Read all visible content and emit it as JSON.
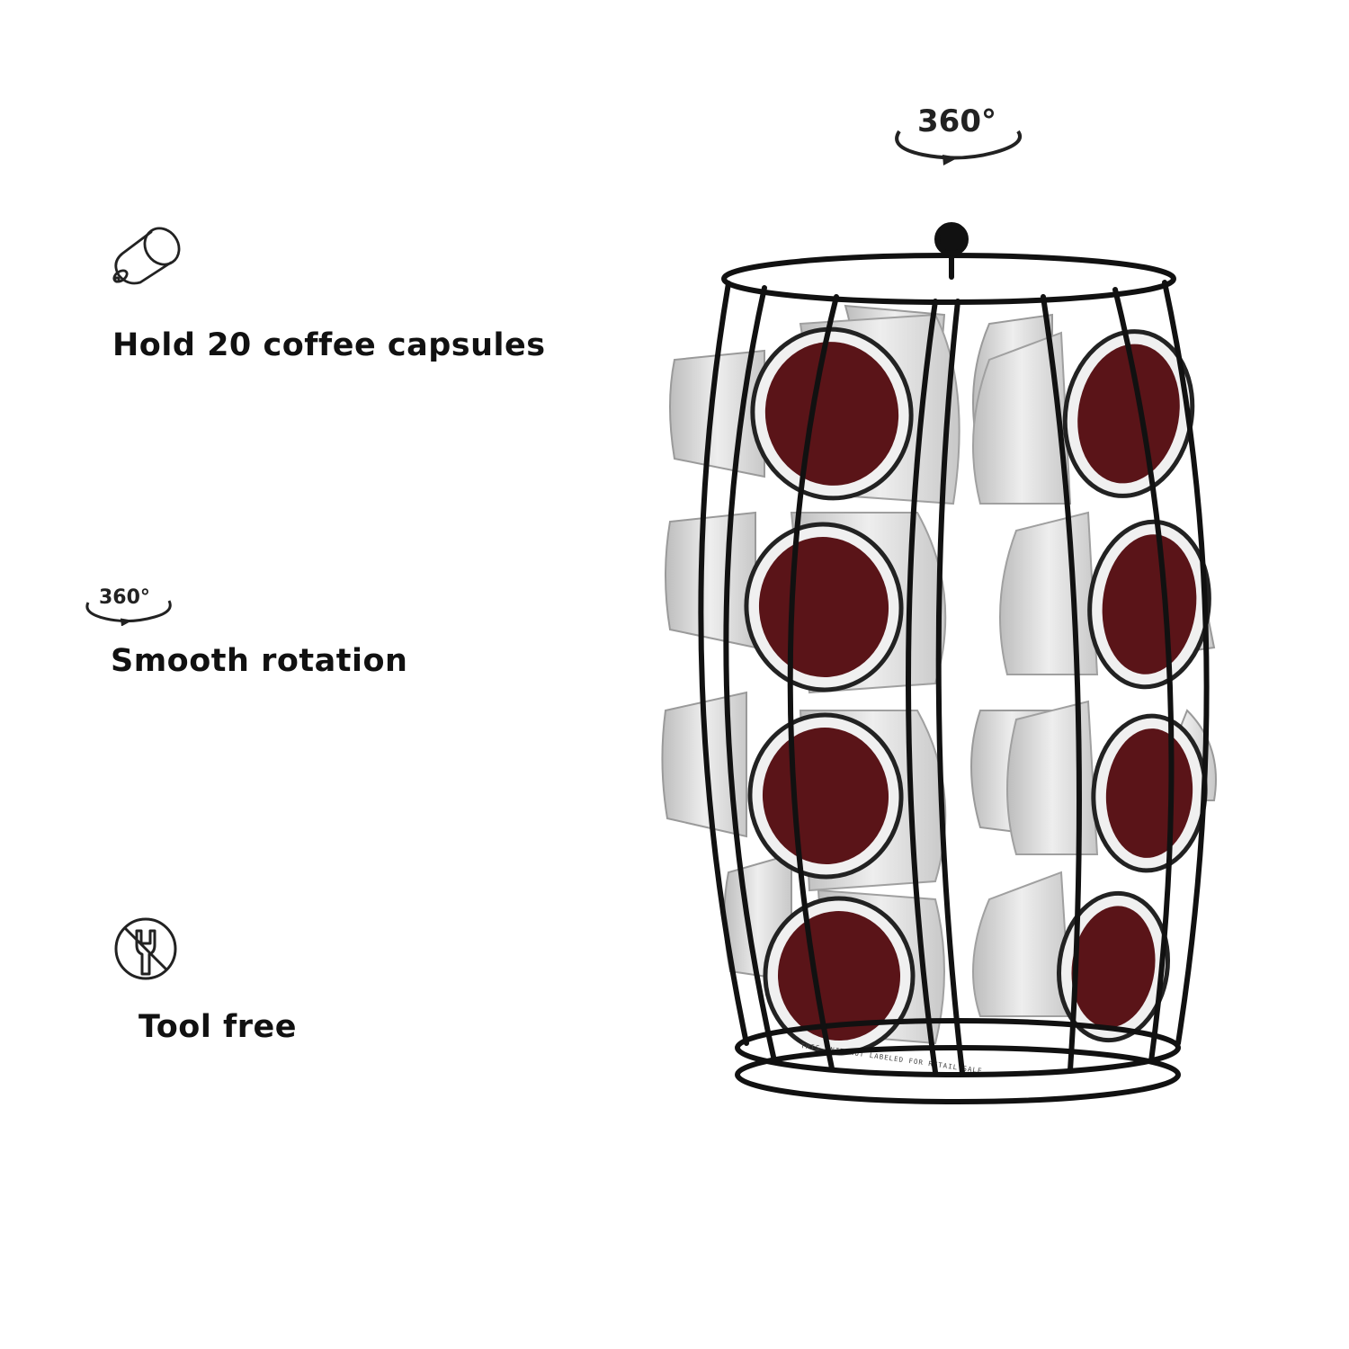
{
  "features": [
    {
      "icon": "coffee-capsule-icon",
      "text": "Hold 20 coffee capsules"
    },
    {
      "icon": "rotation-360-icon",
      "text": "Smooth rotation",
      "icon_label": "360°"
    },
    {
      "icon": "tool-free-icon",
      "text": "Tool free"
    }
  ],
  "product": {
    "rotation_badge": "360°",
    "pod_lid_text": "THIS UNIT NOT LABELED FOR RETAIL SALE"
  },
  "colors": {
    "rack": "#111111",
    "pod_lid": "#5a1418",
    "pod_body": "#d9d9d9",
    "text": "#111111"
  }
}
